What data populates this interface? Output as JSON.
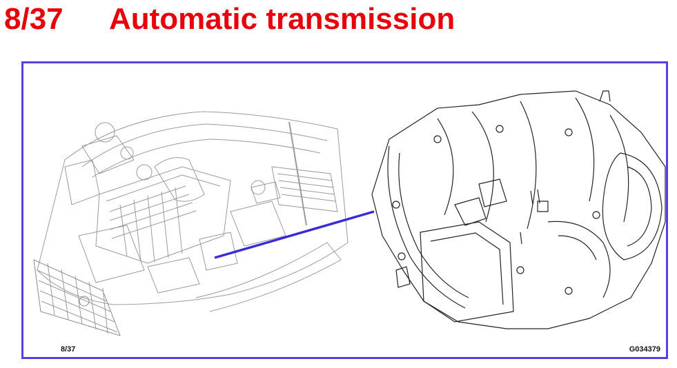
{
  "header": {
    "page_number": "8/37",
    "title": "Automatic transmission"
  },
  "figure": {
    "footer_page": "8/37",
    "figure_code": "G034379"
  },
  "colors": {
    "title": "#e8000b",
    "frame": "#5a3ee0",
    "leader_line": "#3a2bd6",
    "engine_bay_line": "#9a9a9a",
    "transmission_line": "#222222"
  }
}
